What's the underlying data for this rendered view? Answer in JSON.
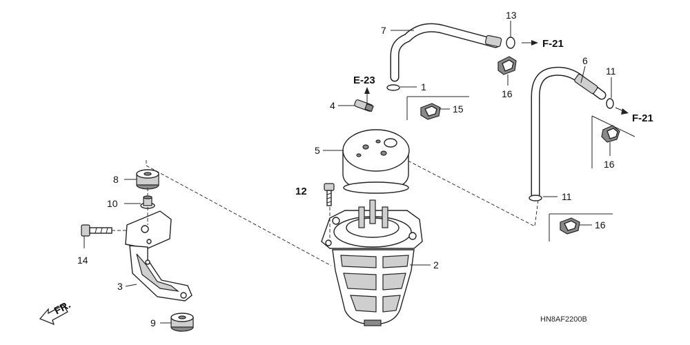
{
  "callouts": {
    "c1": "1",
    "c2": "2",
    "c3": "3",
    "c4": "4",
    "c5": "5",
    "c6": "6",
    "c7": "7",
    "c8": "8",
    "c9": "9",
    "c10": "10",
    "c11a": "11",
    "c11b": "11",
    "c12": "12",
    "c13": "13",
    "c14": "14",
    "c15": "15",
    "c16a": "16",
    "c16b": "16",
    "c16c": "16"
  },
  "refs": {
    "e23": "E-23",
    "f21a": "F-21",
    "f21b": "F-21"
  },
  "direction_label": "FR.",
  "diagram_code": "HN8AF2200B",
  "icons": [
    "front-direction-arrow-icon",
    "reference-arrow-icon"
  ]
}
